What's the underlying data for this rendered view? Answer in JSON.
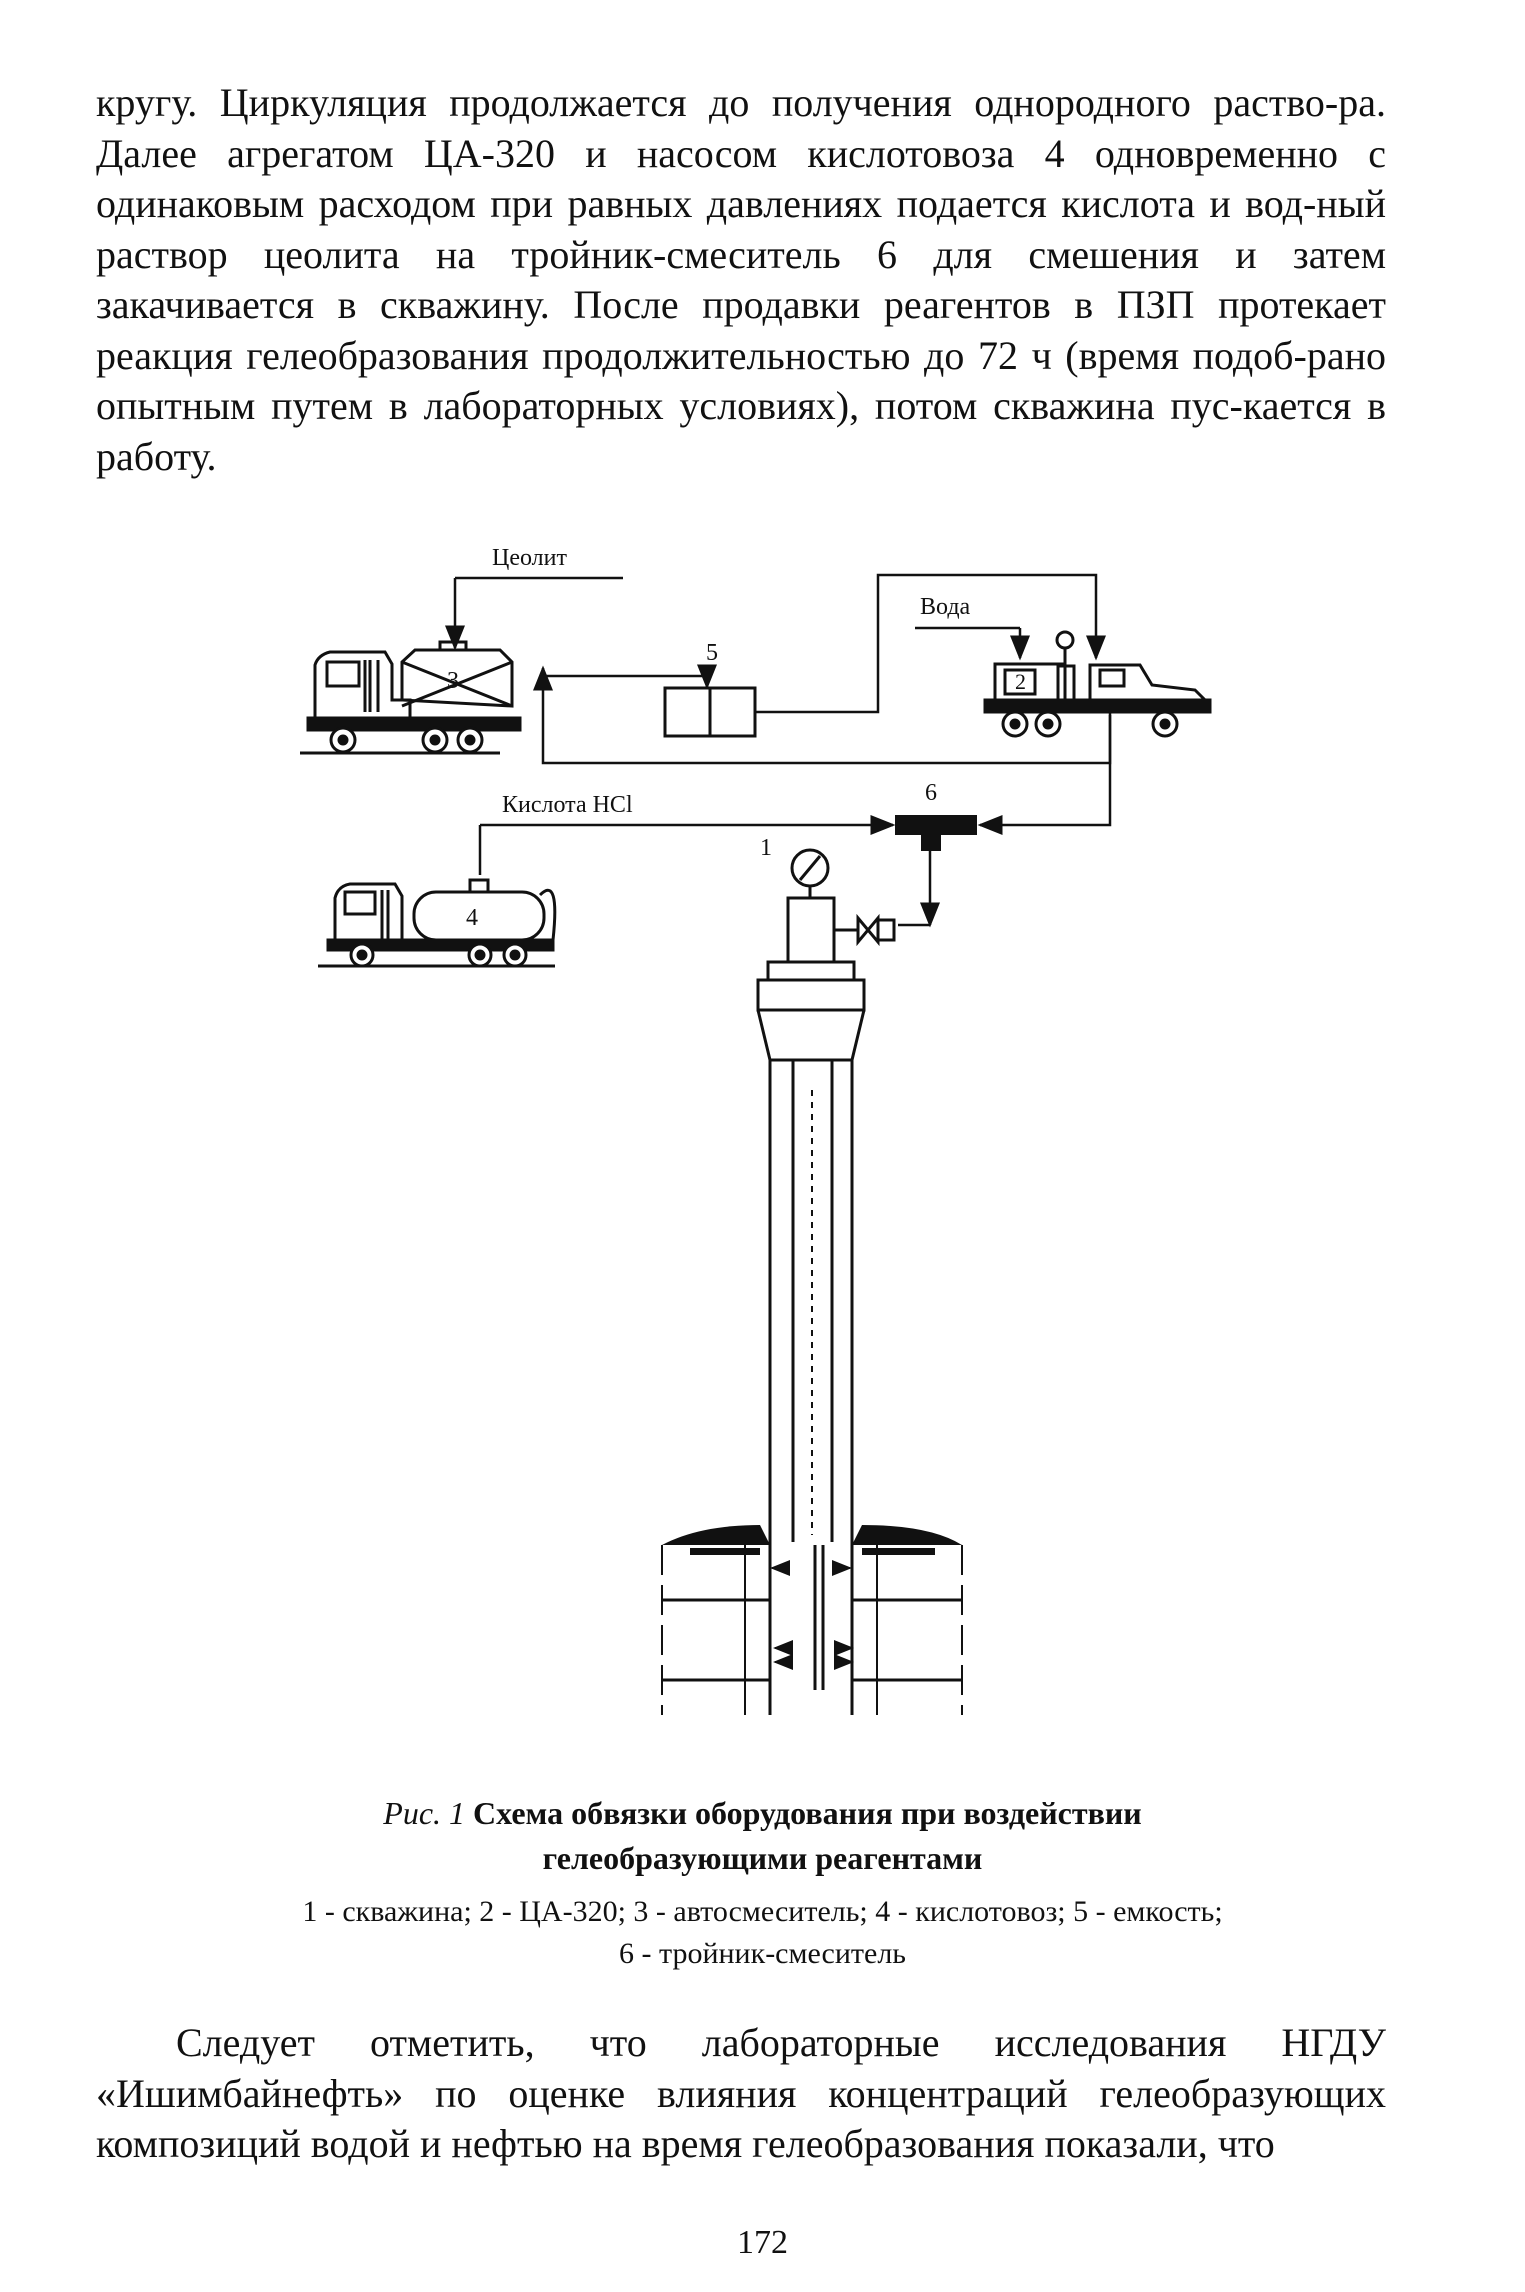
{
  "paragraph_top": "кругу. Циркуляция продолжается до получения однородного раство-ра. Далее агрегатом ЦА-320 и насосом кислотовоза 4 одновременно с одинаковым расходом при равных давлениях подается кислота и вод-ный раствор цеолита на тройник-смеситель 6 для смешения и затем закачивается в скважину. После продавки реагентов в ПЗП протекает реакция гелеобразования продолжительностью до 72 ч (время подоб-рано опытным путем в лабораторных условиях), потом скважина пус-кается в работу.",
  "figure": {
    "labels": {
      "zeolite": "Цеолит",
      "water": "Вода",
      "acid": "Кислота HCl",
      "n1": "1",
      "n2": "2",
      "n3": "3",
      "n4": "4",
      "n5": "5",
      "n6": "6"
    },
    "caption_prefix": "Рис. 1",
    "caption_line1": " Схема обвязки оборудования при воздействии",
    "caption_line2": "гелеобразующими реагентами",
    "legend_line1": "1 - скважина; 2 - ЦА-320; 3 - автосмеситель; 4 - кислотовоз; 5 - емкость;",
    "legend_line2": "6 - тройник-смеситель"
  },
  "paragraph_bottom": "Следует отметить, что лабораторные исследования НГДУ «Ишимбайнефть» по оценке влияния концентраций гелеобразующих композиций водой и нефтью на время гелеобразования показали, что",
  "page_number": "172"
}
